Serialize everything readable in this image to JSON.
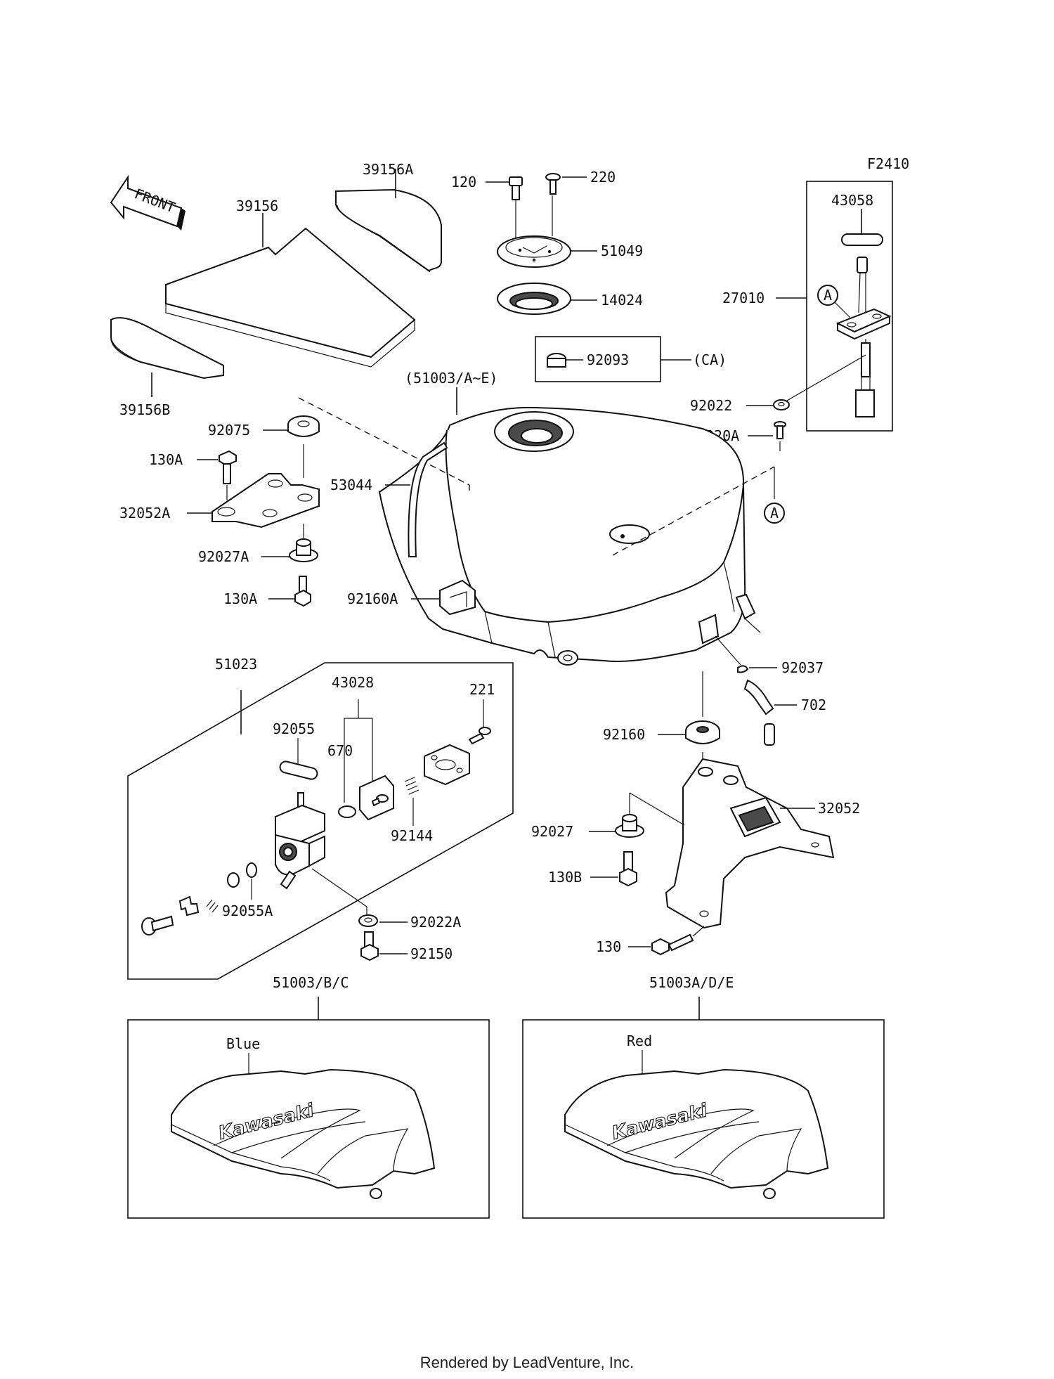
{
  "diagram_code": "F2410",
  "direction_label": "FRONT",
  "footer": "Rendered by LeadVenture, Inc.",
  "callouts": {
    "A": "A",
    "CA": "(CA)"
  },
  "labels": {
    "p39156A": "39156A",
    "p39156": "39156",
    "p39156B": "39156B",
    "p120": "120",
    "p220": "220",
    "p51049": "51049",
    "p14024": "14024",
    "p92093": "92093",
    "p51003AE": "(51003/A~E)",
    "p43058": "43058",
    "p27010": "27010",
    "p92022": "92022",
    "p220A": "220A",
    "p92075": "92075",
    "p130A_top": "130A",
    "p32052A": "32052A",
    "p92027A": "92027A",
    "p130A_bot": "130A",
    "p53044": "53044",
    "p92160A": "92160A",
    "p51023": "51023",
    "p43028": "43028",
    "p221": "221",
    "p92055": "92055",
    "p670": "670",
    "p92144": "92144",
    "p92055A": "92055A",
    "p92022A": "92022A",
    "p92150": "92150",
    "p92037": "92037",
    "p702": "702",
    "p92160": "92160",
    "p32052": "32052",
    "p92027": "92027",
    "p130B": "130B",
    "p130": "130",
    "p51003BC": "51003/B/C",
    "p51003ADE": "51003A/D/E"
  },
  "color_variants": [
    {
      "label": "Blue",
      "brand": "Kawasaki"
    },
    {
      "label": "Red",
      "brand": "Kawasaki"
    }
  ]
}
